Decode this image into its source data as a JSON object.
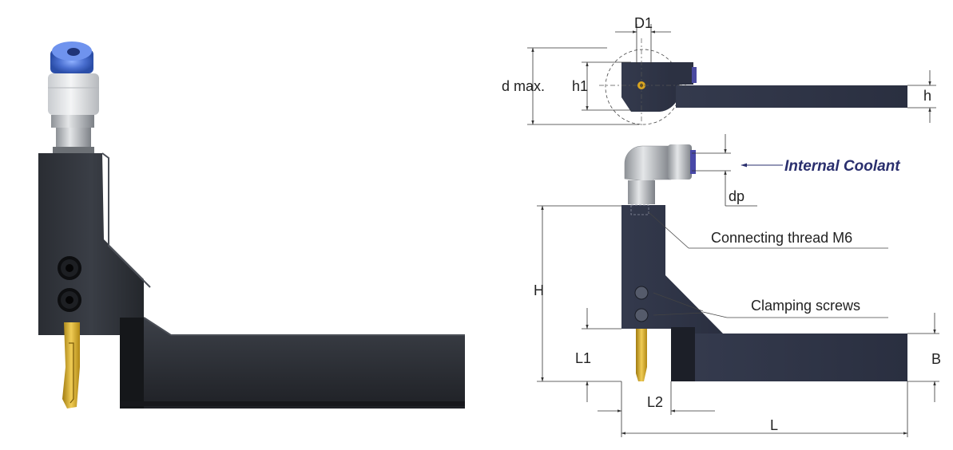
{
  "diagram": {
    "labels": {
      "d1": "D1",
      "d_max": "d max.",
      "h1": "h1",
      "h": "h",
      "internal_coolant": "Internal Coolant",
      "dp": "dp",
      "connecting_thread": "Connecting thread M6",
      "clamping_screws": "Clamping screws",
      "H": "H",
      "L1": "L1",
      "L2": "L2",
      "L": "L",
      "B": "B"
    },
    "colors": {
      "body": "#2f3445",
      "body_edge": "#1a1d27",
      "insert_gold": "#c9a227",
      "fitting_blue": "#4a6fd0",
      "fitting_white": "#e6e8ea",
      "coolant_text": "#2a2f6e",
      "steel": "#9aa0a6"
    }
  }
}
